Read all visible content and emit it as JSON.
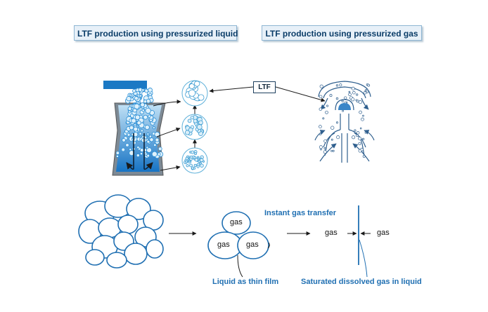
{
  "titles": {
    "left": "LTF production using pressurized liquid",
    "right": "LTF production using pressurized gas"
  },
  "ltf_label": "LTF",
  "bubbles": {
    "top": "gas",
    "left": "gas",
    "right": "gas"
  },
  "film_gas_left": "gas",
  "film_gas_right": "gas",
  "annotations": {
    "instant_transfer": "Instant gas transfer",
    "thin_film": "Liquid as thin film",
    "saturated": "Saturated dissolved gas in liquid"
  },
  "colors": {
    "accent": "#1f6fb2",
    "liquid": "#2b8fd6",
    "title_bg": "#e7f0f8"
  }
}
